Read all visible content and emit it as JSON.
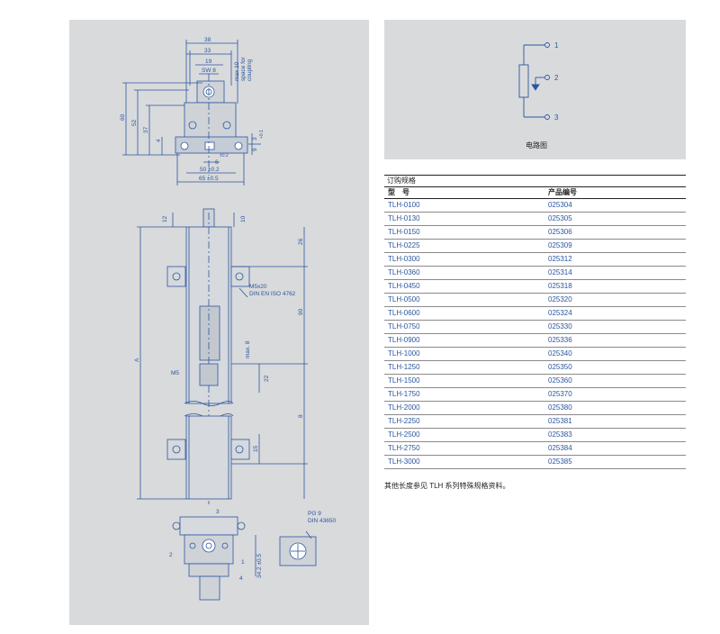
{
  "drawing": {
    "top_view": {
      "dim_38": "38",
      "dim_33": "33",
      "dim_19": "19",
      "dim_sw8": "SW 8",
      "dim_space": [
        "max 10",
        "space for",
        "coupling"
      ],
      "dim_60": "60",
      "dim_52": "52",
      "dim_37": "37",
      "dim_4": "4",
      "dim_3": "3",
      "dim_9": "9",
      "dim_tol01": "+0.1",
      "dim_6": "6",
      "dim_tol02": "±0.2",
      "dim_50": "50 ±0.2",
      "dim_65": "65 ±0.5"
    },
    "side_view": {
      "dim_12": "12",
      "dim_10": "10",
      "dim_26": "26",
      "dim_A": "A",
      "dim_90": "90",
      "dim_max8": "max. 8",
      "dim_22": "22",
      "dim_8": "8",
      "dim_15": "15",
      "label_m5": "M5",
      "label_m5x20": "M5x20",
      "label_din": "DIN EN ISO 4762"
    },
    "end_view": {
      "n1": "1",
      "n2": "2",
      "n3": "3",
      "n4": "4",
      "dim_34": "34.2 ±0.5"
    },
    "connector": {
      "pg": "PG 9",
      "din": "DIN 43650"
    }
  },
  "circuit": {
    "pin1": "1",
    "pin2": "2",
    "pin3": "3",
    "caption": "电路图"
  },
  "order_table": {
    "title": "订购规格",
    "col_model": "型　号",
    "col_code": "产品编号",
    "rows": [
      {
        "model": "TLH-0100",
        "code": "025304"
      },
      {
        "model": "TLH-0130",
        "code": "025305"
      },
      {
        "model": "TLH-0150",
        "code": "025306"
      },
      {
        "model": "TLH-0225",
        "code": "025309"
      },
      {
        "model": "TLH-0300",
        "code": "025312"
      },
      {
        "model": "TLH-0360",
        "code": "025314"
      },
      {
        "model": "TLH-0450",
        "code": "025318"
      },
      {
        "model": "TLH-0500",
        "code": "025320"
      },
      {
        "model": "TLH-0600",
        "code": "025324"
      },
      {
        "model": "TLH-0750",
        "code": "025330"
      },
      {
        "model": "TLH-0900",
        "code": "025336"
      },
      {
        "model": "TLH-1000",
        "code": "025340"
      },
      {
        "model": "TLH-1250",
        "code": "025350"
      },
      {
        "model": "TLH-1500",
        "code": "025360"
      },
      {
        "model": "TLH-1750",
        "code": "025370"
      },
      {
        "model": "TLH-2000",
        "code": "025380"
      },
      {
        "model": "TLH-2250",
        "code": "025381"
      },
      {
        "model": "TLH-2500",
        "code": "025383"
      },
      {
        "model": "TLH-2750",
        "code": "025384"
      },
      {
        "model": "TLH-3000",
        "code": "025385"
      }
    ],
    "footnote": "其他长度参见 TLH 系列特殊规格资料。"
  }
}
